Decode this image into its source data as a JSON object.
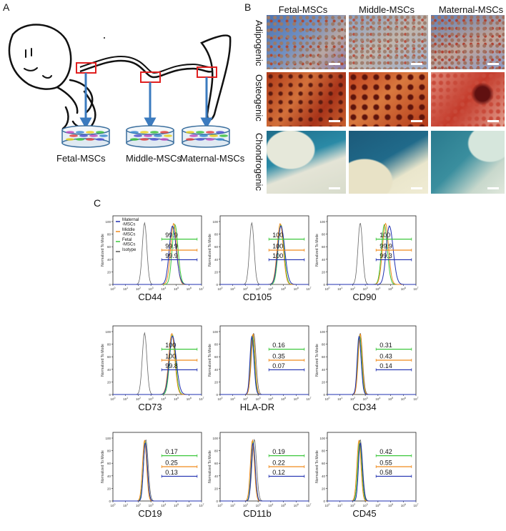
{
  "panel_a": {
    "letter": "A",
    "dishes": [
      {
        "label": "Fetal-MSCs",
        "source": "fetal"
      },
      {
        "label": "Middle-MSCs",
        "source": "middle"
      },
      {
        "label": "Maternal-MSCs",
        "source": "maternal"
      }
    ],
    "colors": {
      "arrow": "#3b7bbf",
      "box": "#e02020",
      "dish": "#3b6f9e"
    }
  },
  "panel_b": {
    "letter": "B",
    "columns": [
      "Fetal-MSCs",
      "Middle-MSCs",
      "Maternal-MSCs"
    ],
    "rows": [
      "Adipogenic",
      "Osteogenic",
      "Chondrogenic"
    ]
  },
  "panel_c": {
    "letter": "C",
    "ylabel": "Normalized To Mode",
    "legend": [
      {
        "name": "Maternal\n-MSCs",
        "color": "#1f2fb0"
      },
      {
        "name": "Middle\n-MSCs",
        "color": "#f08a1c"
      },
      {
        "name": "Fetal\n-MSCs",
        "color": "#3cc83c"
      },
      {
        "name": "Isotype",
        "color": "#555555"
      }
    ],
    "series_colors": {
      "fetal": "#3cc83c",
      "middle": "#f08a1c",
      "maternal": "#1f2fb0",
      "isotype": "#666666"
    }
  },
  "chart_data": [
    {
      "type": "histogram",
      "marker": "CD44",
      "values": {
        "fetal": "99.9",
        "middle": "99.9",
        "maternal": "99.9"
      },
      "peak_log10": {
        "isotype": 2.5,
        "fetal": 4.9,
        "middle": 4.8,
        "maternal": 4.7
      }
    },
    {
      "type": "histogram",
      "marker": "CD105",
      "values": {
        "fetal": "100",
        "middle": "100",
        "maternal": "100"
      },
      "peak_log10": {
        "isotype": 2.5,
        "fetal": 4.8,
        "middle": 4.75,
        "maternal": 4.8
      }
    },
    {
      "type": "histogram",
      "marker": "CD90",
      "values": {
        "fetal": "100",
        "middle": "99.9",
        "maternal": "99.3"
      },
      "peak_log10": {
        "isotype": 2.6,
        "fetal": 4.5,
        "middle": 4.6,
        "maternal": 4.9
      }
    },
    {
      "type": "histogram",
      "marker": "CD73",
      "values": {
        "fetal": "100",
        "middle": "100",
        "maternal": "99.8"
      },
      "peak_log10": {
        "isotype": 2.5,
        "fetal": 4.7,
        "middle": 4.65,
        "maternal": 4.7
      }
    },
    {
      "type": "histogram",
      "marker": "HLA-DR",
      "values": {
        "fetal": "0.16",
        "middle": "0.35",
        "maternal": "0.07"
      },
      "peak_log10": {
        "isotype": 2.65,
        "fetal": 2.55,
        "middle": 2.6,
        "maternal": 2.5
      }
    },
    {
      "type": "histogram",
      "marker": "CD34",
      "values": {
        "fetal": "0.31",
        "middle": "0.43",
        "maternal": "0.14"
      },
      "peak_log10": {
        "isotype": 2.6,
        "fetal": 2.55,
        "middle": 2.6,
        "maternal": 2.5
      }
    },
    {
      "type": "histogram",
      "marker": "CD19",
      "values": {
        "fetal": "0.17",
        "middle": "0.25",
        "maternal": "0.13"
      },
      "peak_log10": {
        "isotype": 2.6,
        "fetal": 2.55,
        "middle": 2.5,
        "maternal": 2.55
      }
    },
    {
      "type": "histogram",
      "marker": "CD11b",
      "values": {
        "fetal": "0.19",
        "middle": "0.22",
        "maternal": "0.12"
      },
      "peak_log10": {
        "isotype": 2.7,
        "fetal": 2.6,
        "middle": 2.55,
        "maternal": 2.6
      }
    },
    {
      "type": "histogram",
      "marker": "CD45",
      "values": {
        "fetal": "0.42",
        "middle": "0.55",
        "maternal": "0.58"
      },
      "peak_log10": {
        "isotype": 2.6,
        "fetal": 2.55,
        "middle": 2.5,
        "maternal": 2.6
      }
    }
  ]
}
